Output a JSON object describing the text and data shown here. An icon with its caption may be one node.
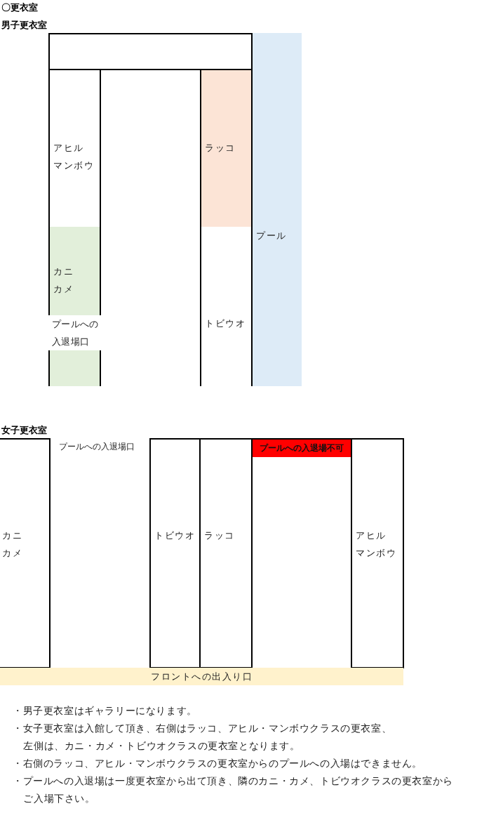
{
  "diagram": {
    "title": "〇更衣室",
    "nodes": [
      {
        "text": [],
        "shape": "box"
      },
      {
        "text": [
          "アヒル",
          "マンボウ"
        ]
      },
      {
        "text": [
          "カニ",
          "カメ"
        ]
      },
      {
        "text": [
          "プールへの入退場口"
        ]
      },
      {
        "text": [
          "ラッコ"
        ]
      },
      {
        "text": [
          "トビウオ"
        ]
      },
      {
        "text": [
          "プール"
        ]
      },
      {
        "text": [
          "カニ",
          "カメ"
        ]
      },
      {
        "text": [
          "トビウオ"
        ]
      },
      {
        "text": [
          "ラッコ"
        ]
      },
      {
        "text": [],
        "shape": "box"
      },
      {
        "text": [
          "プールへの入退場不可"
        ],
        "in": 10
      },
      {
        "text": [
          "アヒル",
          "マンボウ"
        ]
      },
      {
        "text": [
          "フロントへの出入り口"
        ]
      }
    ],
    "labels": [
      "男子更衣室",
      "女子更衣室",
      "プールへの入退場口",
      "・男子更衣室はギャラリーになります。",
      "・女子更衣室は入館して頂き、右側はラッコ、アヒル・マンボウクラスの更衣室、左側は、カニ・カメ・トビウオクラスの更衣室となります。",
      "・右側のラッコ、アヒル・マンボウクラスの更衣室からのプールへの入場はできません。",
      "・プールへの入退場は一度更衣室から出て頂き、隣のカニ・カメ、トビウオクラスの更衣室からご入場下さい。"
    ]
  }
}
